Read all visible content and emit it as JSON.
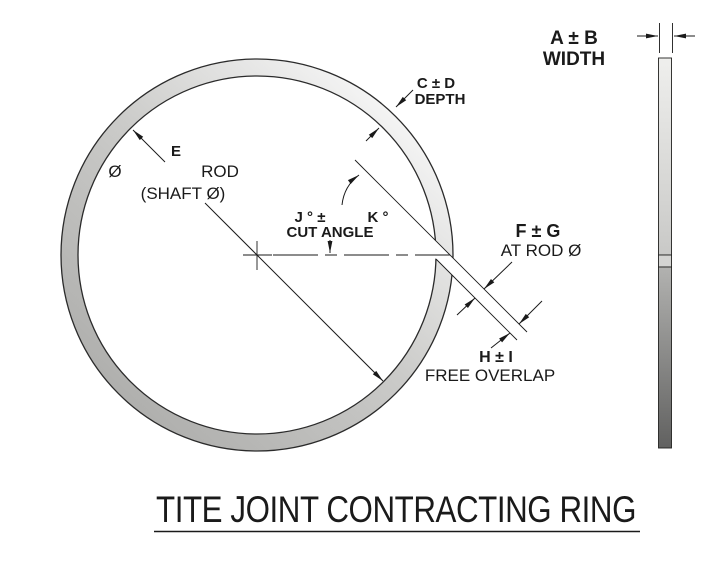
{
  "title": "TITE JOINT CONTRACTING RING",
  "labels": {
    "width_dim": "A ± B",
    "width_name": "WIDTH",
    "depth_dim": "C ± D",
    "depth_name": "DEPTH",
    "ring_id_dim": "E",
    "diameter_symbol": "Ø",
    "rod_note": "ROD",
    "shaft_note": "(SHAFT Ø)",
    "cut_angle_dim": "J ° ±",
    "cut_angle_tolerance": "K °",
    "cut_angle_name": "CUT ANGLE",
    "gap_dim": "F ± G",
    "gap_note": "AT ROD Ø",
    "overlap_dim": "H ± I",
    "overlap_note": "FREE OVERLAP"
  },
  "colors": {
    "background": "#ffffff",
    "line": "#1a1a1a",
    "ring_outline": "#2b2b2b",
    "ring_shade_dark": "#aeaeac",
    "ring_shade_mid": "#cbcbc9",
    "ring_shade_light": "#fafafa",
    "bar_top_light": "#efefed",
    "bar_top_dark": "#c9c9c7",
    "bar_bottom_light": "#b2b2b0",
    "bar_bottom_dark": "#616160",
    "joint_fill": "#d4d4d2"
  }
}
